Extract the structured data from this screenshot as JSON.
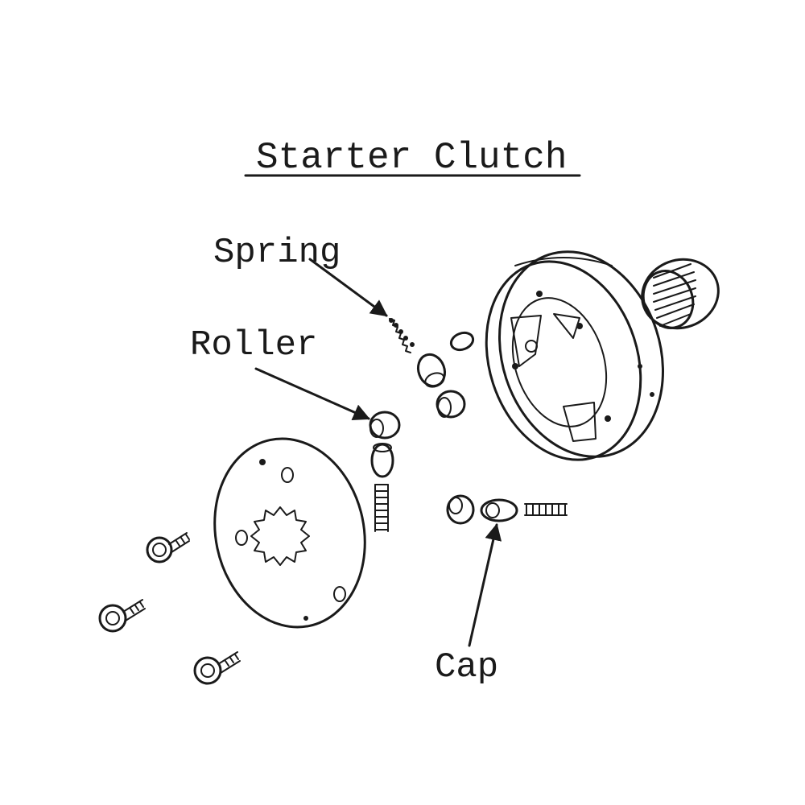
{
  "title": "Starter Clutch",
  "callouts": {
    "spring": "Spring",
    "roller": "Roller",
    "cap": "Cap"
  }
}
